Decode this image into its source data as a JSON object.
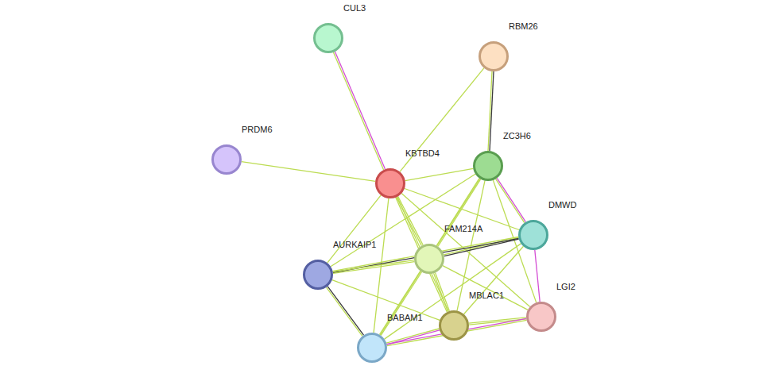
{
  "diagram": {
    "nodes": [
      {
        "text": [
          "CUL3"
        ]
      },
      {
        "text": [
          "RBM26"
        ]
      },
      {
        "text": [
          "PRDM6"
        ]
      },
      {
        "text": [
          "ZC3H6"
        ]
      },
      {
        "text": [
          "KBTBD4"
        ]
      },
      {
        "text": [
          "DMWD"
        ]
      },
      {
        "text": [
          "FAM214A"
        ]
      },
      {
        "text": [
          "AURKAIP1"
        ]
      },
      {
        "text": [
          "LGI2"
        ]
      },
      {
        "text": [
          "MBLAC1"
        ]
      },
      {
        "text": [
          "BABAM1"
        ]
      }
    ],
    "edges": [
      {
        "from": 0,
        "to": 4,
        "arrow": "none"
      },
      {
        "from": 1,
        "to": 4,
        "arrow": "none"
      },
      {
        "from": 1,
        "to": 3,
        "arrow": "none"
      },
      {
        "from": 2,
        "to": 4,
        "arrow": "none"
      },
      {
        "from": 4,
        "to": 3,
        "arrow": "none"
      },
      {
        "from": 4,
        "to": 5,
        "arrow": "none"
      },
      {
        "from": 4,
        "to": 6,
        "arrow": "none"
      },
      {
        "from": 4,
        "to": 7,
        "arrow": "none"
      },
      {
        "from": 4,
        "to": 9,
        "arrow": "none"
      },
      {
        "from": 4,
        "to": 10,
        "arrow": "none"
      },
      {
        "from": 4,
        "to": 8,
        "arrow": "none"
      },
      {
        "from": 3,
        "to": 5,
        "arrow": "none"
      },
      {
        "from": 3,
        "to": 6,
        "arrow": "none"
      },
      {
        "from": 3,
        "to": 7,
        "arrow": "none"
      },
      {
        "from": 3,
        "to": 9,
        "arrow": "none"
      },
      {
        "from": 3,
        "to": 8,
        "arrow": "none"
      },
      {
        "from": 3,
        "to": 10,
        "arrow": "none"
      },
      {
        "from": 5,
        "to": 6,
        "arrow": "none"
      },
      {
        "from": 5,
        "to": 7,
        "arrow": "none"
      },
      {
        "from": 5,
        "to": 8,
        "arrow": "none"
      },
      {
        "from": 5,
        "to": 9,
        "arrow": "none"
      },
      {
        "from": 5,
        "to": 10,
        "arrow": "none"
      },
      {
        "from": 6,
        "to": 7,
        "arrow": "none"
      },
      {
        "from": 6,
        "to": 9,
        "arrow": "none"
      },
      {
        "from": 6,
        "to": 10,
        "arrow": "none"
      },
      {
        "from": 6,
        "to": 8,
        "arrow": "none"
      },
      {
        "from": 7,
        "to": 10,
        "arrow": "none"
      },
      {
        "from": 7,
        "to": 9,
        "arrow": "none"
      },
      {
        "from": 9,
        "to": 10,
        "arrow": "none"
      },
      {
        "from": 9,
        "to": 8,
        "arrow": "none"
      },
      {
        "from": 10,
        "to": 8,
        "arrow": "none"
      }
    ]
  }
}
